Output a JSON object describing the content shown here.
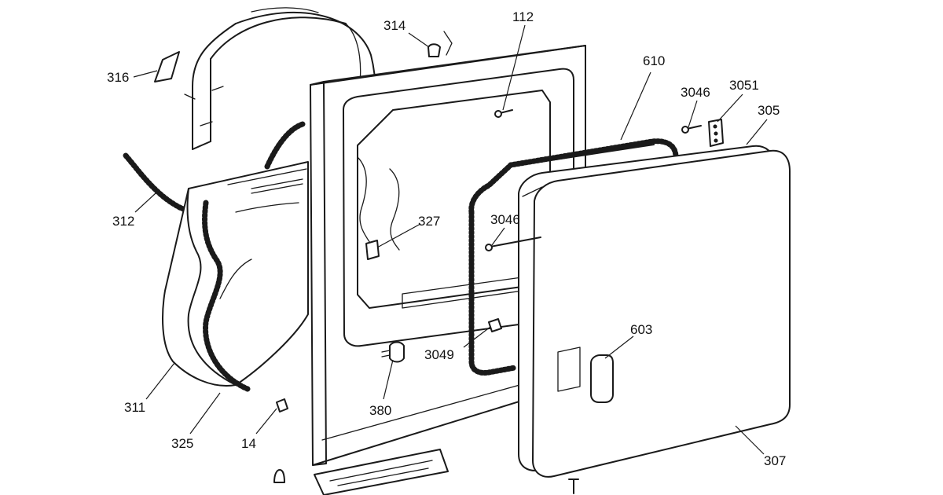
{
  "diagram": {
    "type": "exploded-parts-diagram",
    "parts": [
      {
        "label": "314"
      },
      {
        "label": "112"
      },
      {
        "label": "610"
      },
      {
        "label": "316"
      },
      {
        "label": "3046"
      },
      {
        "label": "3051"
      },
      {
        "label": "305"
      },
      {
        "label": "312"
      },
      {
        "label": "327"
      },
      {
        "label": "3046"
      },
      {
        "label": "603"
      },
      {
        "label": "3049"
      },
      {
        "label": "311"
      },
      {
        "label": "380"
      },
      {
        "label": "325"
      },
      {
        "label": "14"
      },
      {
        "label": "307"
      }
    ]
  }
}
